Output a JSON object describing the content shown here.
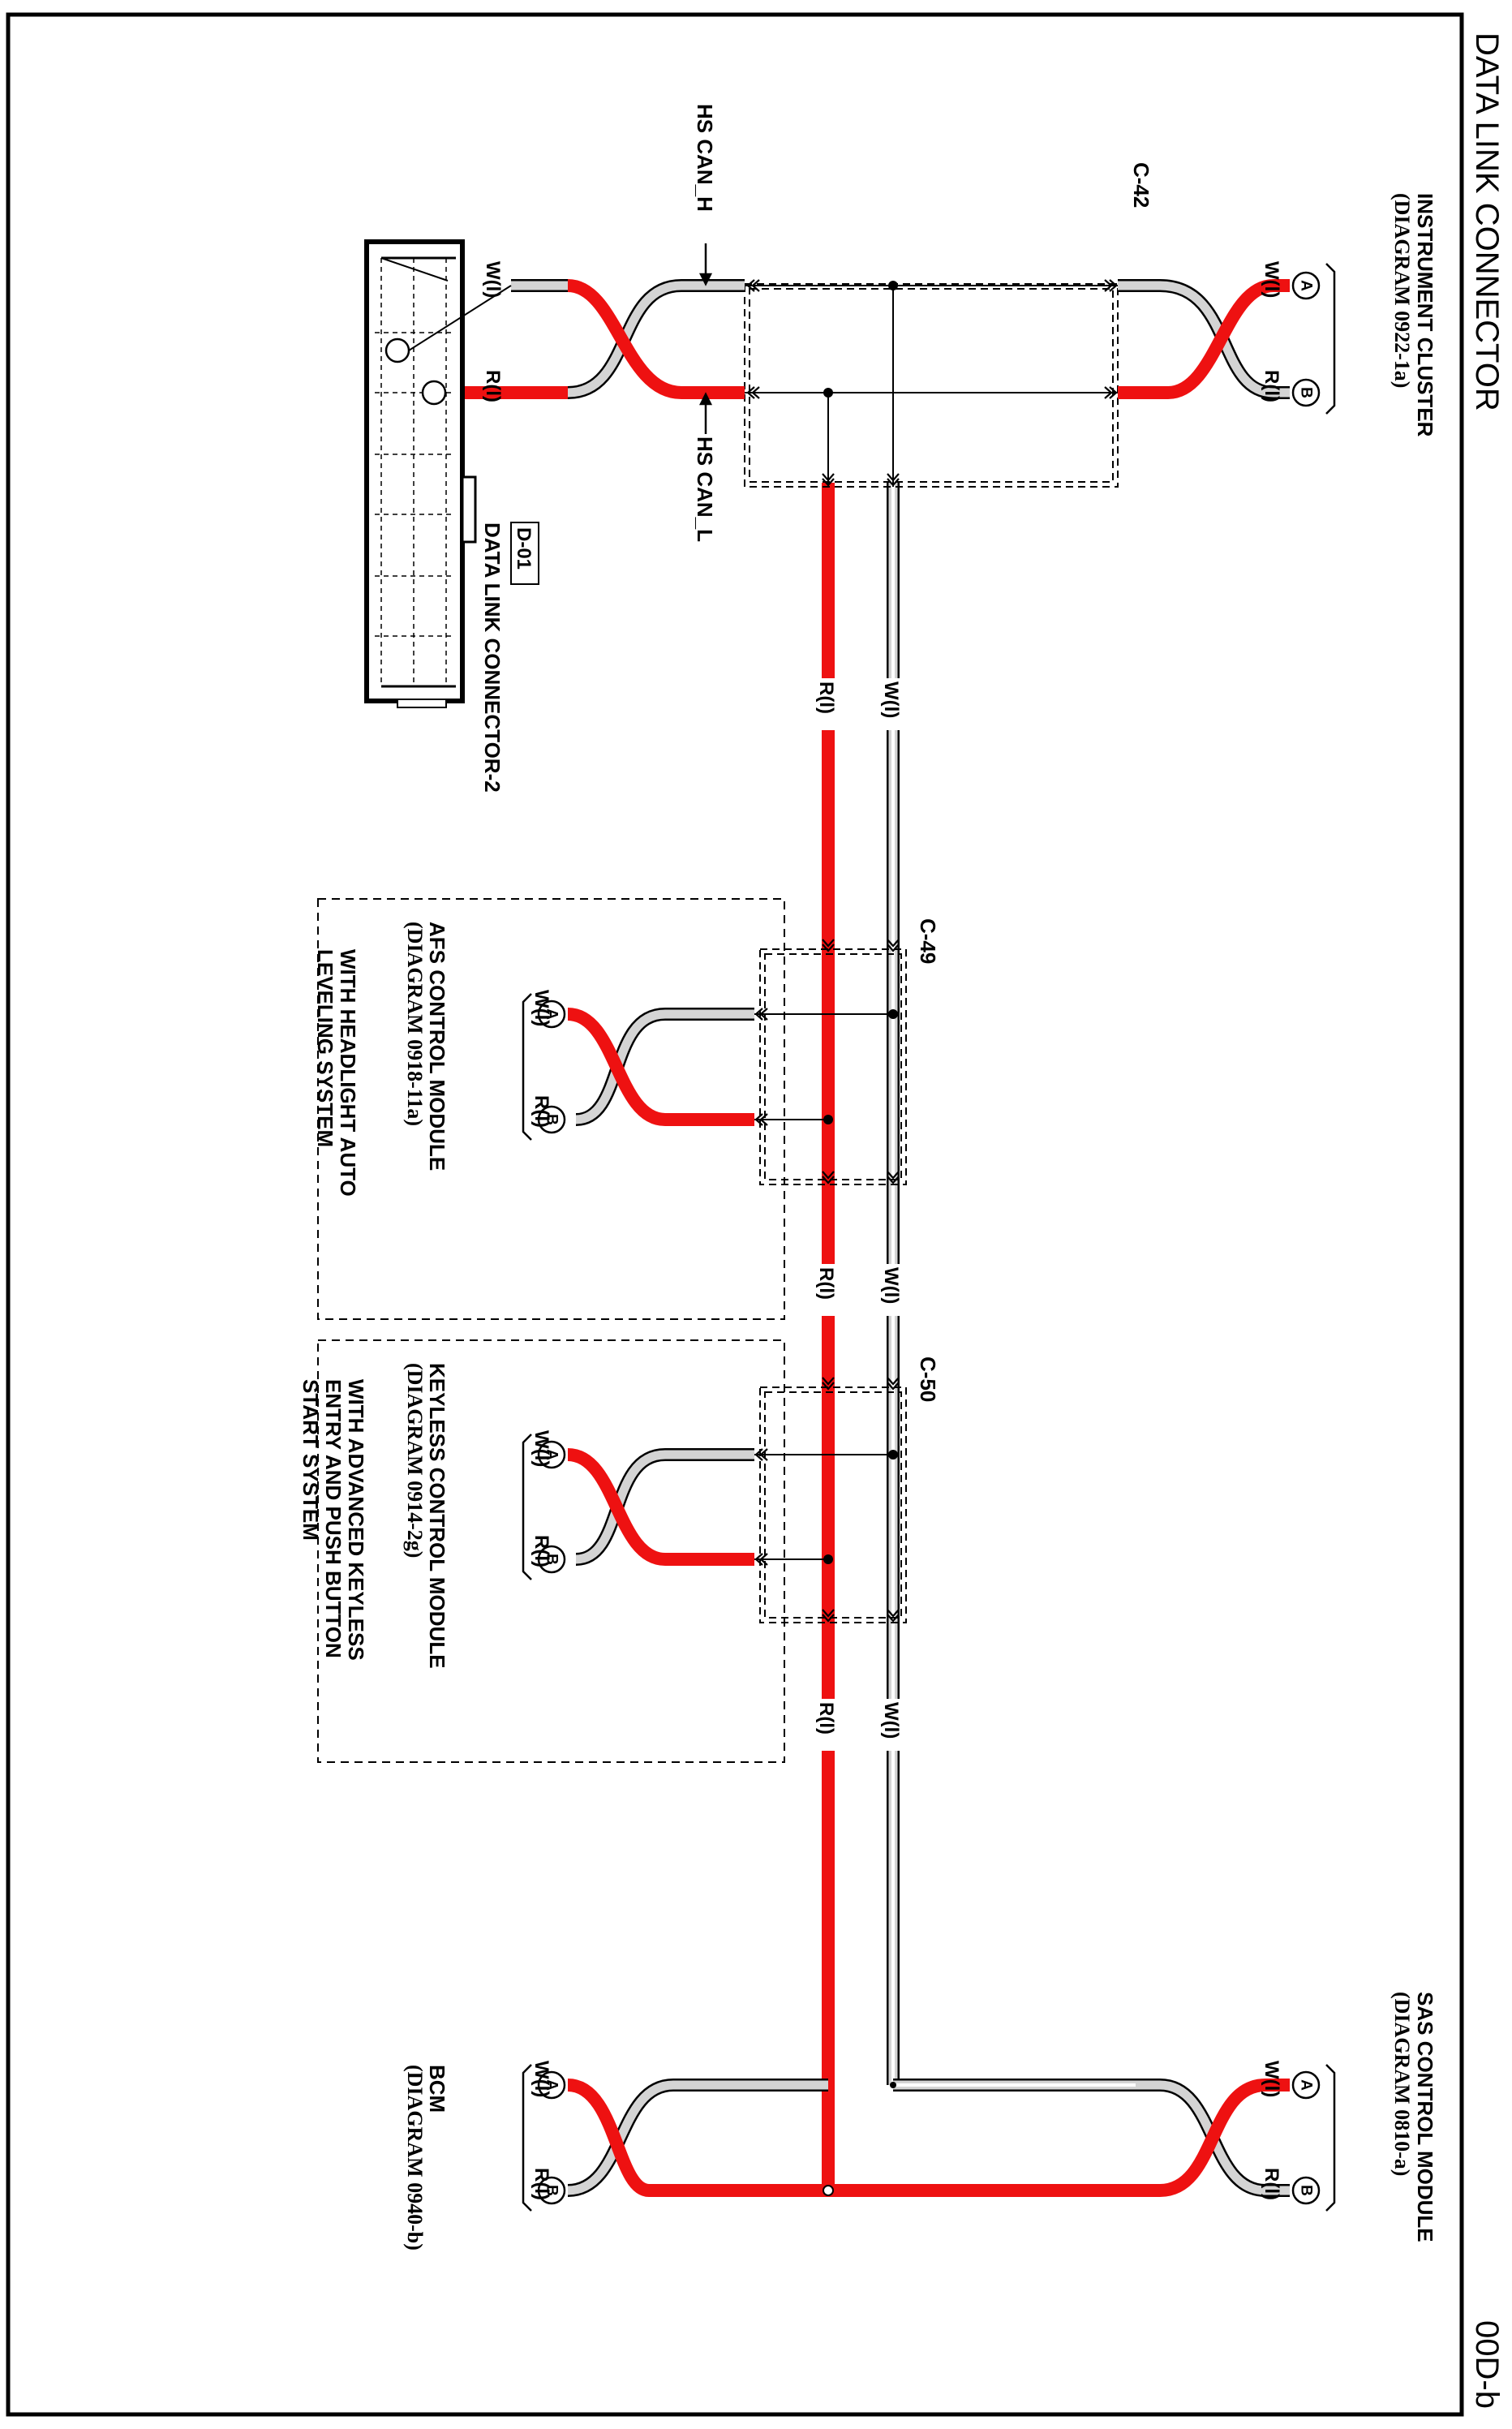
{
  "title": "DATA LINK CONNECTOR",
  "page_code": "00D-b",
  "colors": {
    "can_low_wire": "#ee1111",
    "can_high_wire": "#d4d4d4",
    "ink": "#000000"
  },
  "modules": {
    "instrument_cluster": {
      "name": "INSTRUMENT CLUSTER",
      "ref": "(DIAGRAM 0922-1a)",
      "pin_a": "A",
      "pin_b": "B",
      "wire_a": "W(l)",
      "wire_b": "R(l)"
    },
    "sas": {
      "name": "SAS CONTROL MODULE",
      "ref": "(DIAGRAM 0810-a)",
      "pin_a": "A",
      "pin_b": "B",
      "wire_a": "W(l)",
      "wire_b": "R(l)"
    },
    "afs": {
      "name": "AFS CONTROL MODULE",
      "ref": "(DIAGRAM 0918-11a)",
      "pin_a": "A",
      "pin_b": "B",
      "wire_a": "W(l)",
      "wire_b": "R(l)",
      "option": [
        "WITH HEADLIGHT AUTO",
        "LEVELING SYSTEM"
      ]
    },
    "keyless": {
      "name": "KEYLESS CONTROL MODULE",
      "ref": "(DIAGRAM 0914-2g)",
      "pin_a": "A",
      "pin_b": "B",
      "wire_a": "W(l)",
      "wire_b": "R(l)",
      "option": [
        "WITH ADVANCED KEYLESS",
        "ENTRY AND PUSH BUTTON",
        "START SYSTEM"
      ]
    },
    "bcm": {
      "name": "BCM",
      "ref": "(DIAGRAM 0940-b)",
      "pin_a": "A",
      "pin_b": "B",
      "wire_a": "W(l)",
      "wire_b": "R(l)"
    },
    "dlc": {
      "code": "D-01",
      "name": "DATA LINK CONNECTOR-2",
      "wire_a": "W(l)",
      "wire_b": "R(l)"
    }
  },
  "connectors": {
    "c42": "C-42",
    "c49": "C-49",
    "c50": "C-50"
  },
  "signals": {
    "can_h": "HS CAN_H",
    "can_l": "HS CAN_L"
  },
  "trunk_labels": {
    "white": "W(l)",
    "red": "R(l)"
  }
}
